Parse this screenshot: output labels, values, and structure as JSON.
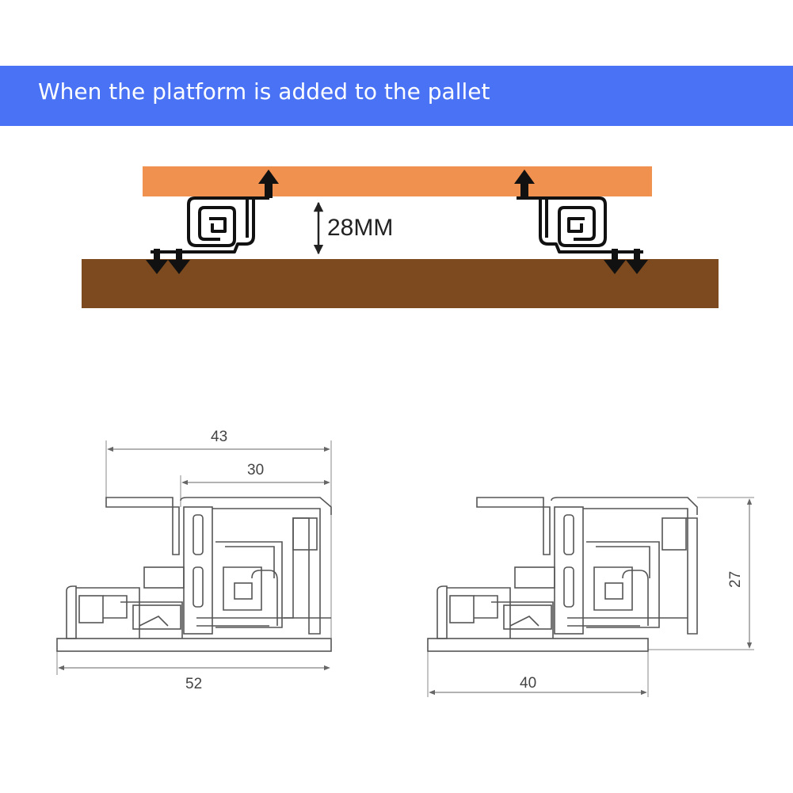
{
  "banner": {
    "title": "When the platform is added to the pallet",
    "color": "#4a72f5"
  },
  "top_diagram": {
    "gap_label": "28MM",
    "platform_color": "#f0914f",
    "pallet_color": "#7c4a1e"
  },
  "bottom_diagrams": {
    "left": {
      "dim_top_outer": "43",
      "dim_top_inner": "30",
      "dim_bottom": "52"
    },
    "right": {
      "dim_bottom": "40",
      "dim_height": "27"
    }
  }
}
